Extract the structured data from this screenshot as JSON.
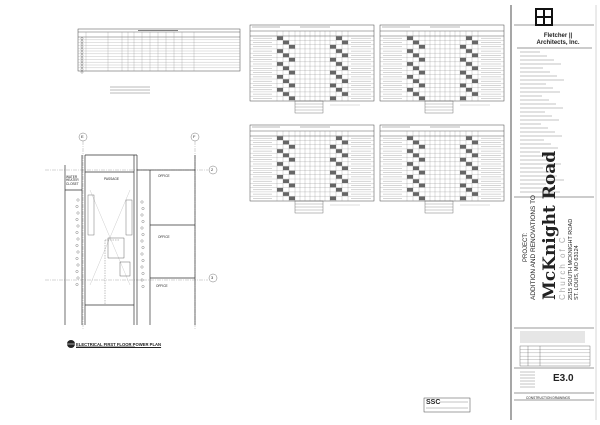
{
  "title_block": {
    "firm_name_line1": "Fletcher ||",
    "firm_name_line2": "Architects, Inc.",
    "project_label": "PROJECT:",
    "project_desc": "ADDITION AND RENOVATIONS TO",
    "project_name": "McKnight Road",
    "project_subtitle": "Church of C",
    "address_line1": "2515 SOUTH MCKNIGHT ROAD",
    "address_line2": "ST. LOUIS, MO 63124",
    "sheet_number": "E3.0",
    "drawing_status": "CONSTRUCTION DRAWINGS",
    "logo_icon": "four-square-grid-logo"
  },
  "plan": {
    "title": "ELECTRICAL FIRST FLOOR POWER PLAN",
    "grid_labels": [
      "E",
      "F",
      "2",
      "3"
    ],
    "rooms": [
      "PASSAGE",
      "OFFICE",
      "OFFICE",
      "OFFICE",
      "WATER HEATER CLOSET"
    ]
  },
  "consultant_stamp": "SSC"
}
